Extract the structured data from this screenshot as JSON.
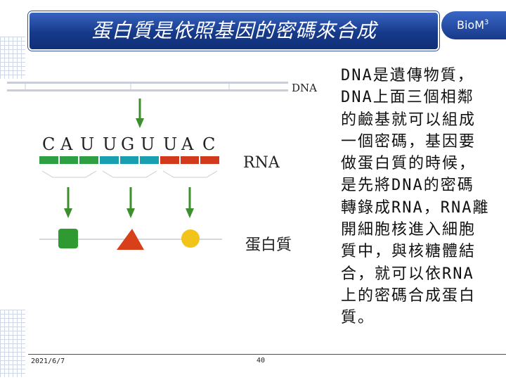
{
  "header": {
    "title": "蛋白質是依照基因的密碼來合成",
    "brand": "BioM",
    "brand_sup": "3"
  },
  "diagram": {
    "dna_label": "DNA",
    "rna_label": "RNA",
    "protein_label": "蛋白質",
    "bases": [
      "C",
      "A",
      "U",
      "U",
      "G",
      "U",
      "U",
      "A",
      "C"
    ],
    "codon_colors": [
      "#2ea043",
      "#19a0b0",
      "#d23a1e"
    ],
    "shape_colors": {
      "square": "#2f9a32",
      "triangle": "#d8401a",
      "circle": "#f2c41a"
    }
  },
  "body_text": "DNA是遺傳物質，DNA上面三個相鄰的鹼基就可以組成一個密碼，基因要做蛋白質的時候，是先將DNA的密碼轉錄成RNA，RNA離開細胞核進入細胞質中，與核糖體結合，就可以依RNA上的密碼合成蛋白質。",
  "body_lines": [
    "DNA是遺傳物質，",
    "DNA上面三個相鄰",
    "的鹼基就可以組成",
    "一個密碼，基因要",
    "做蛋白質的時候，",
    "是先將DNA的密碼",
    "轉錄成RNA，RNA離",
    "開細胞核進入細胞",
    "質中，與核糖體結",
    "合，就可以依RNA",
    "上的密碼合成蛋白",
    "質。"
  ],
  "footer": {
    "date": "2021/6/7",
    "page": "40"
  }
}
